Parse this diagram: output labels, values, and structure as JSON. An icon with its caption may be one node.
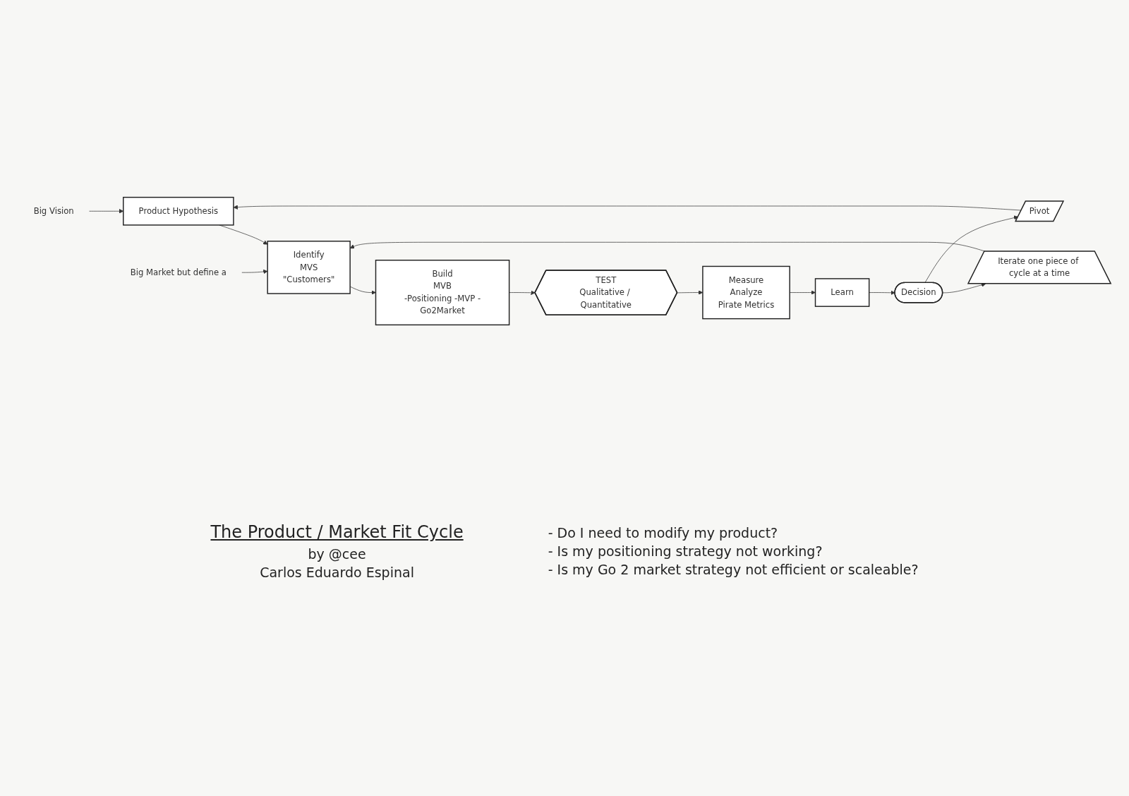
{
  "diagram": {
    "title": "The Product / Market Fit Cycle",
    "nodes": [
      {
        "text": [
          "Big Vision"
        ]
      },
      {
        "text": [
          "Big Market but define a"
        ]
      },
      {
        "text": [
          "Product Hypothesis"
        ]
      },
      {
        "text": [
          "Identify",
          "MVS",
          "\"Customers\""
        ]
      },
      {
        "text": [
          "Build",
          "MVB",
          "-Positioning -MVP -Go2Market"
        ]
      },
      {
        "text": [
          "TEST",
          "Qualitative / Quantitative"
        ]
      },
      {
        "text": [
          "Measure",
          "Analyze",
          "Pirate Metrics"
        ]
      },
      {
        "text": [
          "Learn"
        ]
      },
      {
        "text": [
          "Decision"
        ]
      },
      {
        "text": [
          "Pivot"
        ]
      },
      {
        "text": [
          "Iterate one piece of cycle at a time"
        ]
      }
    ],
    "edges": [
      {
        "from": 0,
        "to": 2,
        "arrow": "to"
      },
      {
        "from": 1,
        "to": 3,
        "arrow": "to"
      },
      {
        "from": 2,
        "to": 3,
        "arrow": "to"
      },
      {
        "from": 3,
        "to": 4,
        "arrow": "to"
      },
      {
        "from": 4,
        "to": 5,
        "arrow": "to"
      },
      {
        "from": 5,
        "to": 6,
        "arrow": "to"
      },
      {
        "from": 6,
        "to": 7,
        "arrow": "to"
      },
      {
        "from": 7,
        "to": 8,
        "arrow": "to"
      },
      {
        "from": 8,
        "to": 9,
        "arrow": "to"
      },
      {
        "from": 9,
        "to": 2,
        "arrow": "to"
      },
      {
        "from": 8,
        "to": 10,
        "arrow": "to"
      },
      {
        "from": 10,
        "to": 3,
        "arrow": "to"
      }
    ],
    "labels": [
      "by @cee",
      "Carlos Eduardo Espinal",
      "- Do I need to modify my product?",
      "- Is my positioning strategy not working?",
      "- Is my Go 2 market strategy not efficient or scaleable?"
    ]
  }
}
